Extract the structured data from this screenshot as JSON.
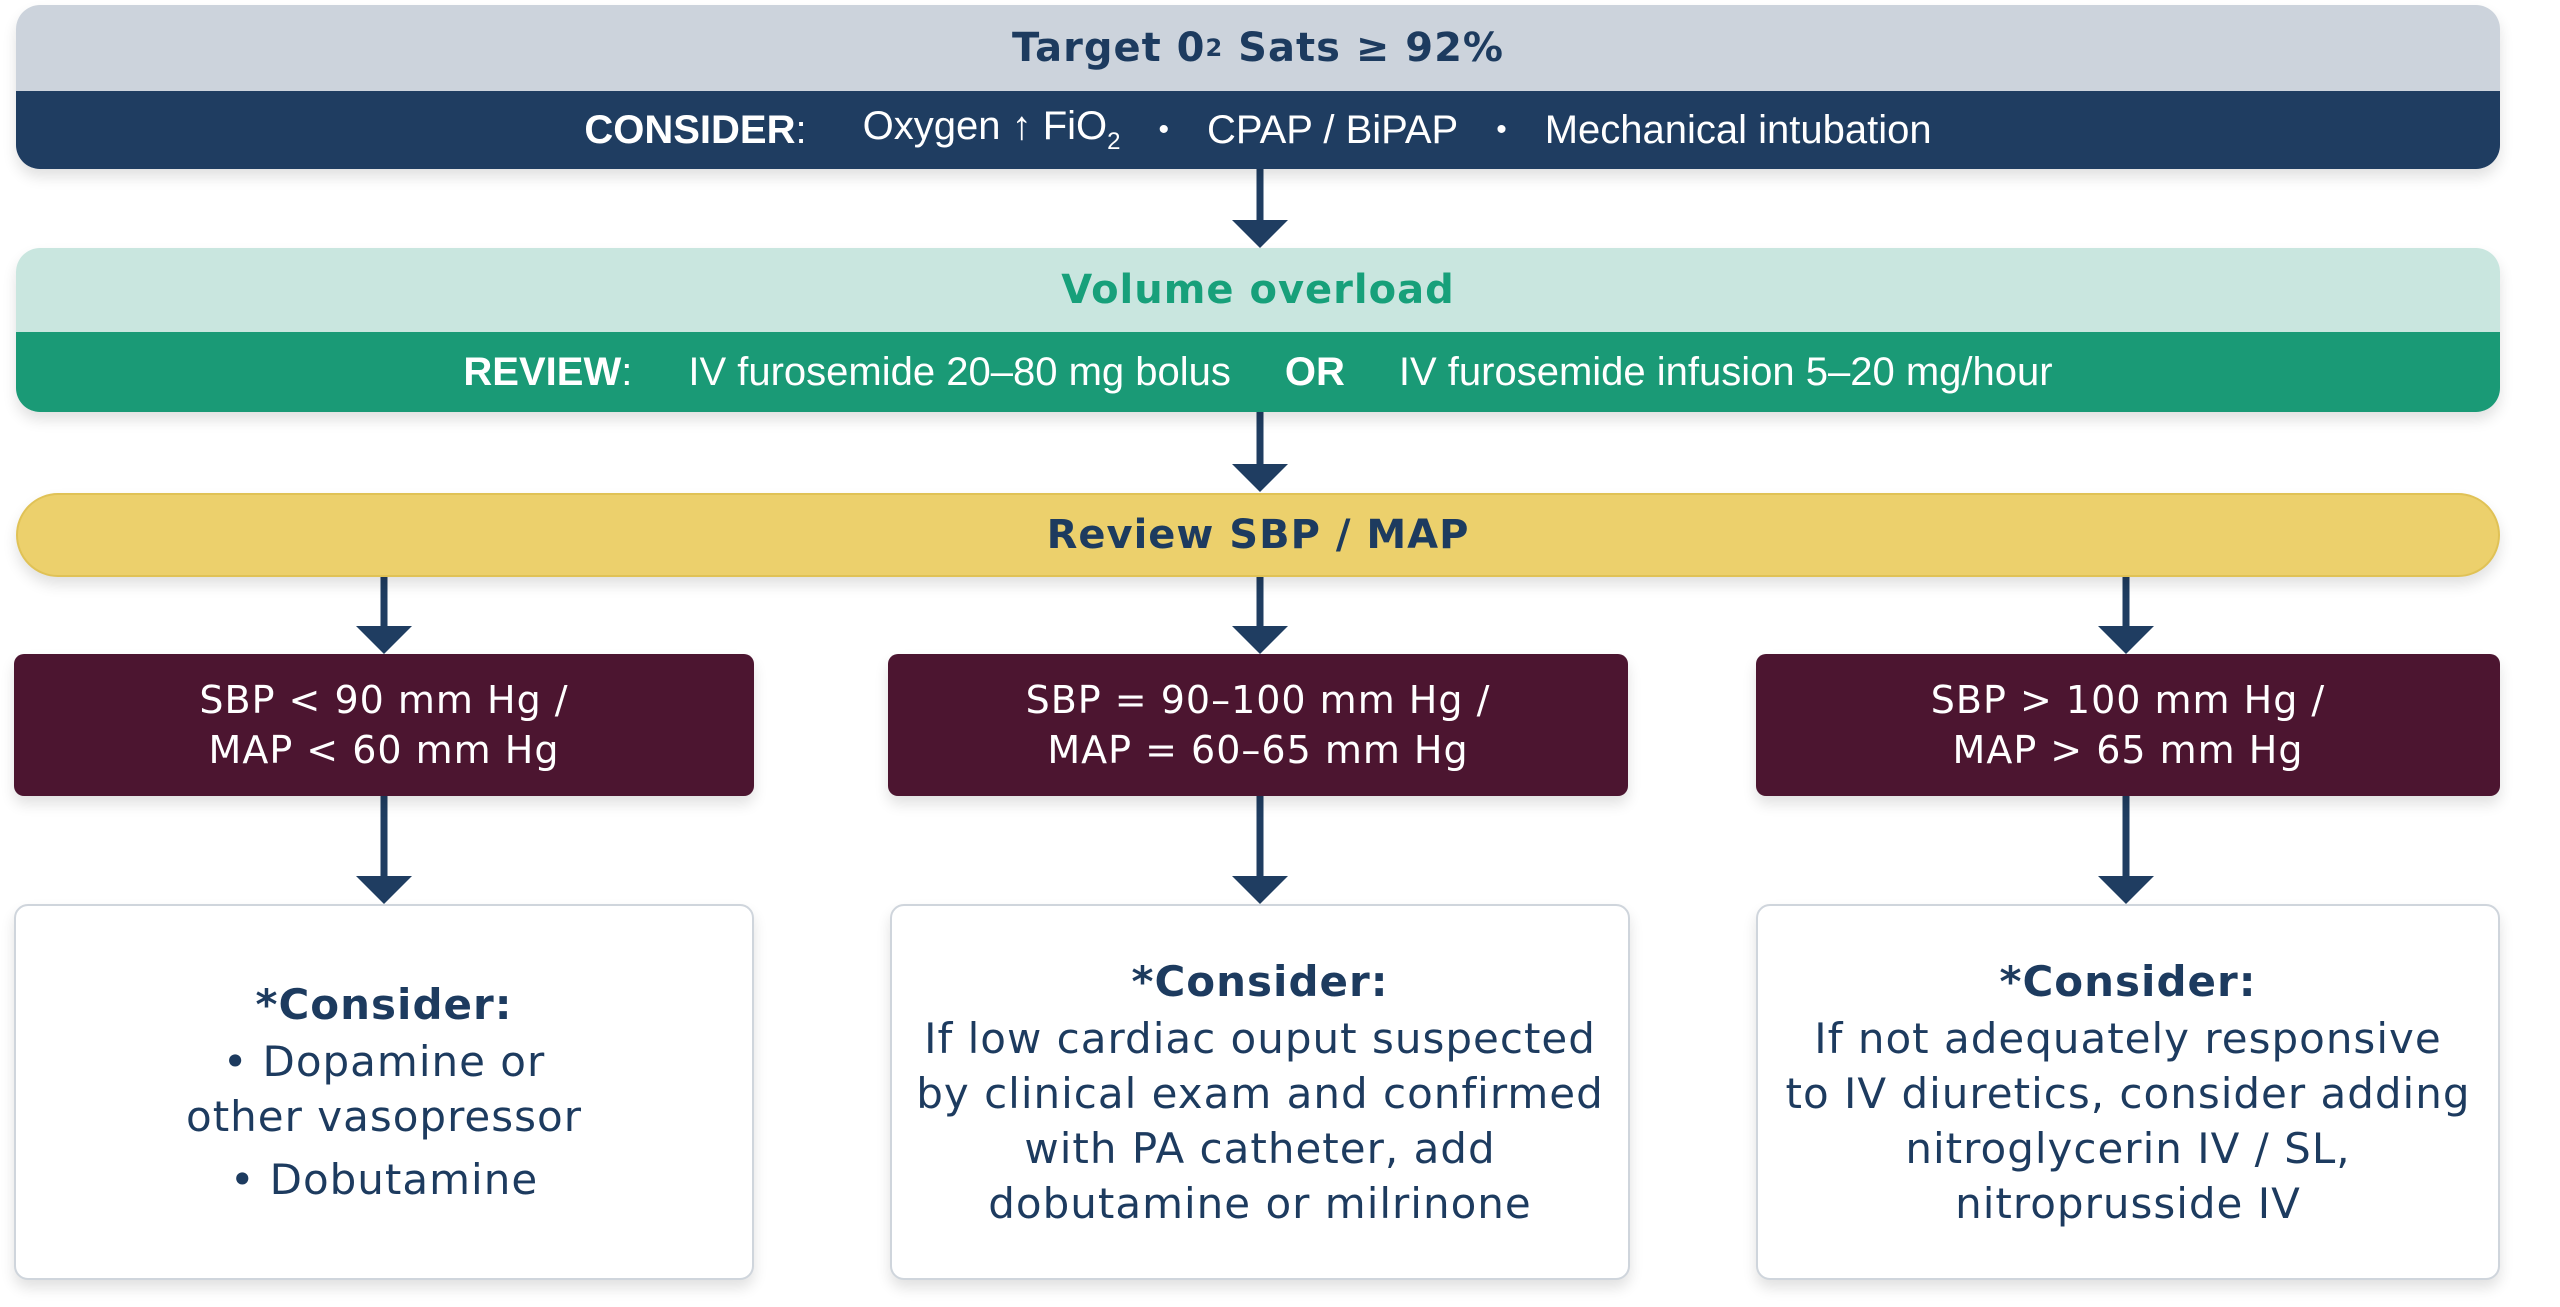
{
  "oxygen": {
    "title_prefix": "Target 0",
    "title_sub": "2",
    "title_suffix": " Sats ≥ 92%",
    "consider_label": "CONSIDER",
    "colon": ":",
    "opt1_prefix": "Oxygen ↑ FiO",
    "opt1_sub": "2",
    "bullet": "•",
    "opt2": "CPAP / BiPAP",
    "opt3": "Mechanical intubation"
  },
  "volume": {
    "title": "Volume overload",
    "review_label": "REVIEW",
    "colon": ":",
    "opt1": "IV furosemide 20–80 mg bolus",
    "or": "OR",
    "opt2": "IV furosemide infusion 5–20 mg/hour"
  },
  "review": {
    "title": "Review SBP / MAP"
  },
  "conditions": [
    {
      "line1": "SBP < 90 mm Hg /",
      "line2": "MAP < 60 mm Hg"
    },
    {
      "line1": "SBP = 90–100 mm Hg /",
      "line2": "MAP = 60–65 mm Hg"
    },
    {
      "line1": "SBP > 100 mm Hg /",
      "line2": "MAP > 65 mm Hg"
    }
  ],
  "recommendations": [
    {
      "title": "*Consider:",
      "bullet": "•",
      "item1_line1": "Dopamine or",
      "item1_line2": "other vasopressor",
      "item2": "Dobutamine"
    },
    {
      "title": "*Consider:",
      "lines": [
        "If low cardiac ouput suspected",
        "by clinical exam and confirmed",
        "with PA catheter, add",
        "dobutamine or milrinone"
      ]
    },
    {
      "title": "*Consider:",
      "lines": [
        "If not adequately responsive",
        "to IV diuretics, consider adding",
        "nitroglycerin IV / SL,",
        "nitroprusside IV"
      ]
    }
  ],
  "colors": {
    "navy": "#1f3d61",
    "slate_header": "#ccd3dc",
    "green": "#1a9a76",
    "mint_header": "#c9e6df",
    "yellow": "#ecd06c",
    "maroon": "#4c1530",
    "text_dark": "#1d3b5f",
    "arrow": "#1f3d61"
  }
}
